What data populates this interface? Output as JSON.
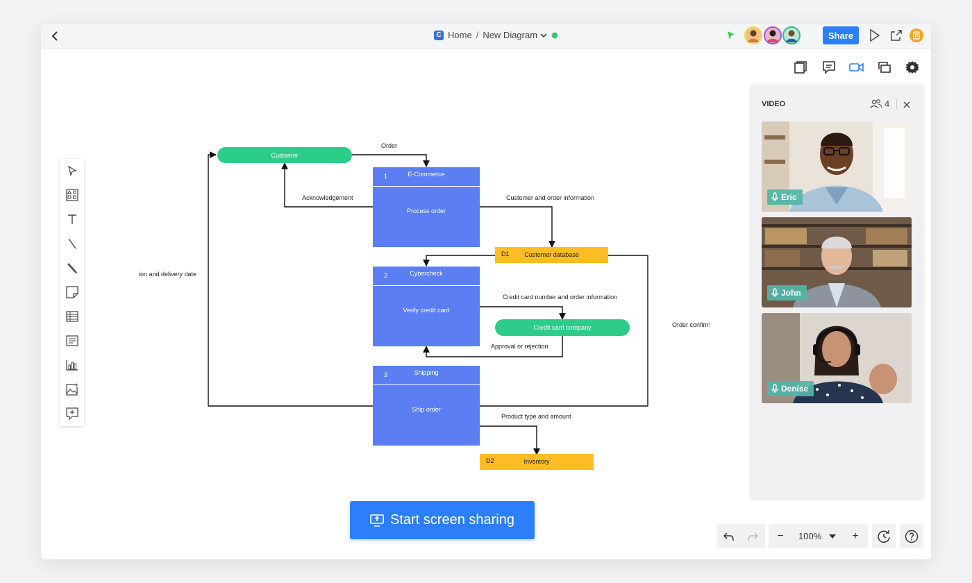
{
  "header": {
    "breadcrumb_home": "Home",
    "breadcrumb_separator": "/",
    "document_title": "New Diagram",
    "share_label": "Share"
  },
  "avatars": [
    {
      "name": "collaborator-1",
      "ring": "#e9e24a"
    },
    {
      "name": "collaborator-2",
      "ring": "#b04fd6"
    },
    {
      "name": "collaborator-3",
      "ring": "#2fbf8a"
    }
  ],
  "diagram": {
    "customer": "Customer",
    "order": "Order",
    "acknowledgement": "Acknowledgement",
    "p1_num": "1",
    "p1_title": "E-Commerce",
    "p1_body": "Process order",
    "cust_order_info": "Customer and order information",
    "d1_id": "D1",
    "d1_name": "Customer database",
    "invoice_label": "ion and delivery date",
    "p2_num": "2",
    "p2_title": "Cybercheck",
    "p2_body": "Verify credit card",
    "cc_number_info": "Credit card number and order information",
    "cc_company": "Credit card company",
    "approval": "Approval or rejection",
    "order_confirm": "Order confirm",
    "p3_num": "3",
    "p3_title": "Shipping",
    "p3_body": "Ship order",
    "product_type": "Product type and amount",
    "d2_id": "D2",
    "d2_name": "Inventory"
  },
  "video_panel": {
    "title": "VIDEO",
    "participant_count": "4",
    "participants": [
      {
        "name": "Eric"
      },
      {
        "name": "John"
      },
      {
        "name": "Denise"
      }
    ]
  },
  "screen_share": {
    "label": "Start screen sharing"
  },
  "zoom": {
    "level": "100%",
    "minus": "−",
    "plus": "+"
  },
  "colors": {
    "accent": "#2d7ff9",
    "process": "#5b7ef2",
    "terminal": "#2ecc8b",
    "datastore": "#fbbd23"
  }
}
